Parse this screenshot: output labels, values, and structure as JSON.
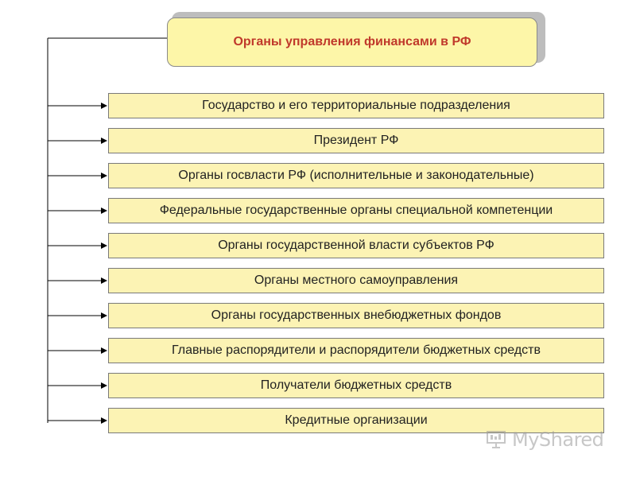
{
  "title": "Органы управления финансами в РФ",
  "items": [
    "Государство и его территориальные подразделения",
    "Президент РФ",
    "Органы госвласти РФ (исполнительные и законодательные)",
    "Федеральные государственные органы специальной компетенции",
    "Органы государственной власти  субъектов РФ",
    "Органы местного самоуправления",
    "Органы государственных внебюджетных фондов",
    "Главные распорядители и распорядители бюджетных средств",
    "Получатели бюджетных средств",
    "Кредитные организации"
  ],
  "watermark": "MyShared",
  "colors": {
    "title_text": "#c0392b",
    "title_fill": "#fdf6a8",
    "item_fill": "#fcf3b4",
    "item_text": "#222222",
    "connector": "#000000"
  }
}
